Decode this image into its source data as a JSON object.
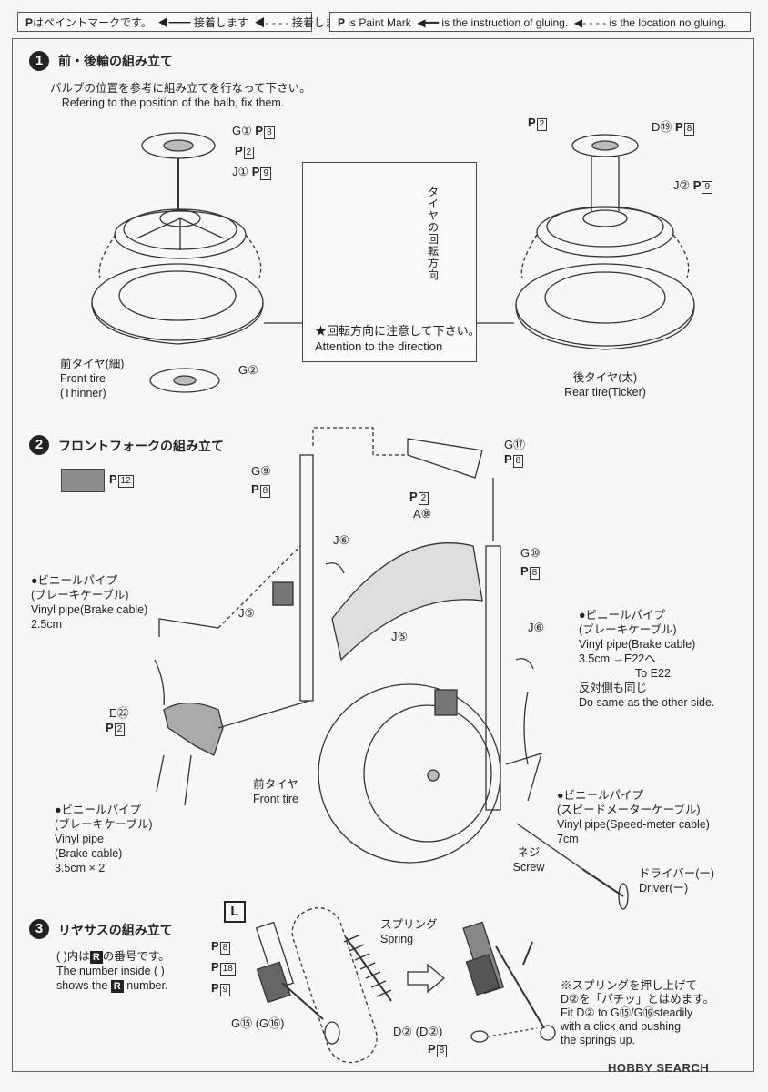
{
  "legend_jp": {
    "paint": "はペイントマークです。",
    "glue": "接着します",
    "noglue": "接着しません"
  },
  "legend_en": {
    "paint": "is Paint Mark",
    "glue": "is the instruction of gluing.",
    "noglue": "is the location no gluing."
  },
  "paint_symbol": "P",
  "step1": {
    "num": "1",
    "title": "前・後輪の組み立て",
    "note_jp": "バルブの位置を参考に組み立てを行なって下さい。",
    "note_en": "Refering to the position of the balb, fix them.",
    "parts_front": [
      {
        "label": "G①",
        "paint": "8"
      },
      {
        "label": "",
        "paint": "2"
      },
      {
        "label": "J①",
        "paint": "9"
      }
    ],
    "g2_label": "G②",
    "front_tire_jp": "前タイヤ(細)",
    "front_tire_en1": "Front tire",
    "front_tire_en2": "(Thinner)",
    "callout_vertical": "タイヤの回転方向",
    "callout_jp": "★回転方向に注意して下さい。",
    "callout_en": "Attention to the direction",
    "rear_p2": "2",
    "rear_d19": "D⑲",
    "rear_d19_paint": "8",
    "rear_j2": "J②",
    "rear_j2_paint": "9",
    "rear_tire_jp": "後タイヤ(太)",
    "rear_tire_en": "Rear tire(Ticker)"
  },
  "step2": {
    "num": "2",
    "title": "フロントフォークの組み立て",
    "paint_swatch_num": "12",
    "g9": "G⑨",
    "g9_paint": "8",
    "g17": "G⑰",
    "g17_paint": "8",
    "p2": "2",
    "a8": "A⑧",
    "g10": "G⑩",
    "g10_paint": "8",
    "j6_left": "J⑥",
    "j5_left": "J⑤",
    "j5_mid": "J⑤",
    "j6_right": "J⑥",
    "e22": "E㉒",
    "e22_paint": "2",
    "vinyl_left": [
      "●ビニールパイプ",
      "(ブレーキケーブル)",
      "Vinyl pipe(Brake cable)",
      "2.5cm"
    ],
    "vinyl_right": [
      "●ビニールパイプ",
      "(ブレーキケーブル)",
      "Vinyl pipe(Brake cable)",
      "3.5cm →E22へ",
      "To E22",
      "反対側も同じ",
      "Do same as the other side."
    ],
    "vinyl_bottom": [
      "●ビニールパイプ",
      "(ブレーキケーブル)",
      "Vinyl pipe",
      "(Brake cable)",
      "3.5cm × 2"
    ],
    "vinyl_speed": [
      "●ビニールパイプ",
      "(スピードメーターケーブル)",
      "Vinyl pipe(Speed-meter cable)",
      "7cm"
    ],
    "front_tire_jp": "前タイヤ",
    "front_tire_en": "Front tire",
    "screw_jp": "ネジ",
    "screw_en": "Screw",
    "driver_jp": "ドライバー(ー)",
    "driver_en": "Driver(ー)"
  },
  "step3": {
    "num": "3",
    "title": "リヤサスの組み立て",
    "note_jp_pre": "(  )内は",
    "note_jp_post": "の番号です。",
    "note_en1": "The number inside ( )",
    "note_en2_pre": "shows the",
    "note_en2_post": "number.",
    "r_letter": "R",
    "l_letter": "L",
    "paints": [
      "8",
      "18",
      "9"
    ],
    "g15": "G⑮ (G⑯)",
    "spring_jp": "スプリング",
    "spring_en": "Spring",
    "d2": "D② (D②)",
    "d2_paint": "8",
    "note2": [
      "※スプリングを押し上げて",
      "D②を「パチッ」とはめます。",
      "Fit D② to G⑮/G⑯steadily",
      "with a click and pushing",
      "the springs up."
    ]
  },
  "watermark": "HOBBY SEARCH"
}
